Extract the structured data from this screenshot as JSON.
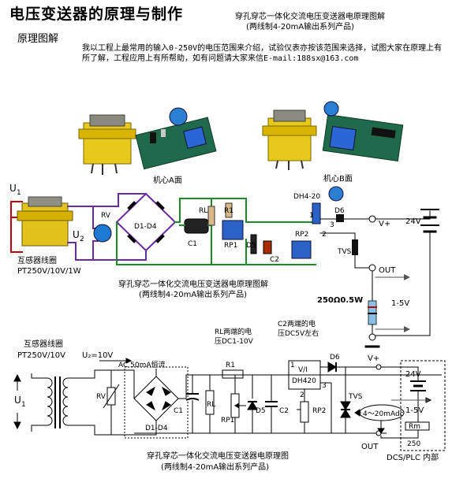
{
  "header": {
    "title": "电压变送器的原理与制作",
    "section": "原理图解",
    "caption_top_1": "穿孔穿芯一体化交流电压变送器电原理图解",
    "caption_top_2": "(两线制4-20mA输出系列产品)",
    "intro": "我以工程上最常用的输入0-250V的电压范围来介绍，试验仪表亦按该范围来选择，试图大家在原理上有所了解，工程应用上有所帮助，如有问题请大家来信E-mail:188sx@163.com"
  },
  "photos": {
    "a_label": "机心A面",
    "b_label": "机心B面"
  },
  "wiring": {
    "u1": "U",
    "u1_sub": "1",
    "u2": "U",
    "u2_sub": "2",
    "transformer_label": "互感器线圈",
    "transformer_spec": "PT250V/10V/1W",
    "rv": "RV",
    "bridge": "D1-D4",
    "rl": "RL",
    "r1": "R1",
    "c1": "C1",
    "rp1": "RP1",
    "d5": "D5",
    "c2": "C2",
    "rp2": "RP2",
    "ic": "DH4-20",
    "pin1": "1",
    "pin2": "2",
    "pin3": "3",
    "d6": "D6",
    "tvs": "TVS",
    "vplus": "V+",
    "vout": "OUT",
    "supply": "24V",
    "load": "250Ω0.5W",
    "range": "1-5V",
    "caption_1": "穿孔穿芯一体化交流电压变送器电原理图解",
    "caption_2": "(两线制4-20mA输出系列产品)"
  },
  "schematic": {
    "transformer_label": "互感器线圈",
    "transformer_spec": "PT250V/10V",
    "u1": "U",
    "u1_sub": "1",
    "u2_note": "U₂=10V",
    "ac_note": "AC 50mA恒流",
    "rv": "RV",
    "bridge": "D1-D4",
    "c1": "C1",
    "rl": "RL",
    "r1": "R1",
    "rp1": "RP1",
    "d5": "D5",
    "c2": "C2",
    "rp2": "RP2",
    "rl_note_1": "RL两端的电",
    "rl_note_2": "压DC1-10V",
    "c2_note_1": "C2两端的电",
    "c2_note_2": "压DC5V左右",
    "ic_1": "V/I",
    "ic_2": "DH420",
    "ic_pin1": "1",
    "ic_pin2": "2",
    "ic_pin3": "3",
    "d6": "D6",
    "vplus": "V+",
    "tvs": "TVS",
    "current": "4～20mAdc",
    "supply": "24V",
    "range": "1-5V",
    "rm": "Rm",
    "rm_value": "250",
    "out": "OUT",
    "dcs": "DCS/PLC 内部",
    "caption_1": "穿孔穿芯一体化交流电压变送器电原理图",
    "caption_2": "(两线制4-20mA输出系列产品)"
  }
}
